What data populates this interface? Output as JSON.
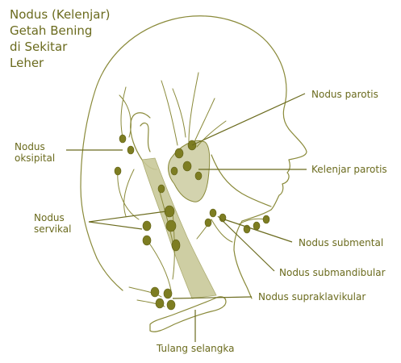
{
  "title_lines": [
    "Nodus (Kelenjar)",
    "Getah Bening",
    "di Sekitar",
    "Leher"
  ],
  "labels": {
    "nodus_parotis": "Nodus parotis",
    "nodus_oksipital_1": "Nodus",
    "nodus_oksipital_2": "oksipital",
    "kelenjar_parotis": "Kelenjar parotis",
    "nodus_servikal_1": "Nodus",
    "nodus_servikal_2": "servikal",
    "nodus_submental": "Nodus submental",
    "nodus_submandibular": "Nodus submandibular",
    "nodus_supraklavikular": "Nodus supraklavikular",
    "tulang_selangka": "Tulang selangka"
  },
  "colors": {
    "text": "#6b6b1e",
    "outline": "#8a8a3a",
    "node": "#7d7d22",
    "muscle": "#c9c99a",
    "gland": "#d3d3ae"
  }
}
